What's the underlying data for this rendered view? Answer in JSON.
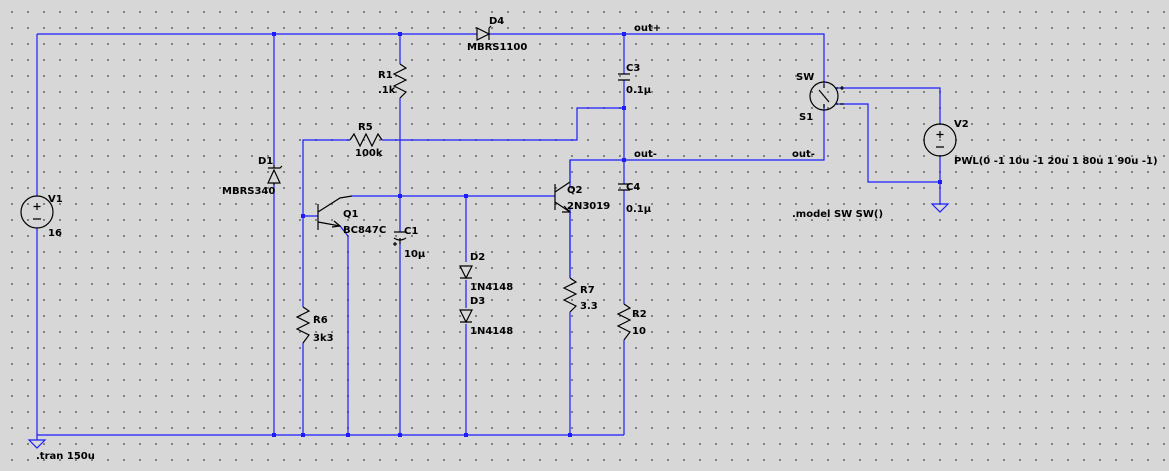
{
  "components": {
    "V1": {
      "ref": "V1",
      "value": "16"
    },
    "V2": {
      "ref": "V2",
      "value": "PWL(0 -1 10u -1 20u 1 80u 1 90u -1)"
    },
    "D1": {
      "ref": "D1",
      "value": "MBRS340"
    },
    "D2": {
      "ref": "D2",
      "value": "1N4148"
    },
    "D3": {
      "ref": "D3",
      "value": "1N4148"
    },
    "D4": {
      "ref": "D4",
      "value": "MBRS1100"
    },
    "R1": {
      "ref": "R1",
      "value": ".1k"
    },
    "R2": {
      "ref": "R2",
      "value": "10"
    },
    "R5": {
      "ref": "R5",
      "value": "100k"
    },
    "R6": {
      "ref": "R6",
      "value": "3k3"
    },
    "R7": {
      "ref": "R7",
      "value": "3.3"
    },
    "C1": {
      "ref": "C1",
      "value": "10µ"
    },
    "C3": {
      "ref": "C3",
      "value": "0.1µ"
    },
    "C4": {
      "ref": "C4",
      "value": "0.1µ"
    },
    "Q1": {
      "ref": "Q1",
      "value": "BC847C"
    },
    "Q2": {
      "ref": "Q2",
      "value": "2N3019"
    },
    "S1": {
      "ref": "S1",
      "value": "SW"
    }
  },
  "nets": {
    "out_plus": "out+",
    "out_minus": "out-",
    "out_minus_2": "out-"
  },
  "directives": {
    "model": ".model SW SW()",
    "tran": ".tran 150u"
  },
  "colors": {
    "wire": "#1c1cff",
    "component": "#000000",
    "background": "#d7d7d7"
  }
}
